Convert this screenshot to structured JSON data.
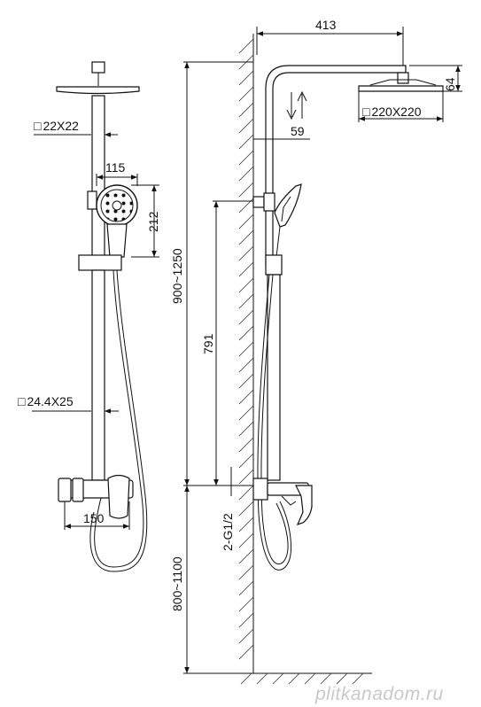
{
  "dimensions": {
    "front_pipe_square": "22X22",
    "front_handshower_width": "115",
    "front_handshower_height": "212",
    "front_rail_square": "24.4X25",
    "front_mixer_width": "150",
    "side_arm_length": "413",
    "side_head_height": "64",
    "side_head_square": "220X220",
    "side_wall_offset": "59",
    "side_total_height": "900~1250",
    "side_slider_height": "791",
    "side_inlet": "2-G1/2",
    "side_mount_height": "800~1100"
  },
  "symbols": {
    "square_symbol": "□",
    "flow_arrows": "up-down-arrows-icon"
  },
  "watermark": "plitkanadom.ru"
}
